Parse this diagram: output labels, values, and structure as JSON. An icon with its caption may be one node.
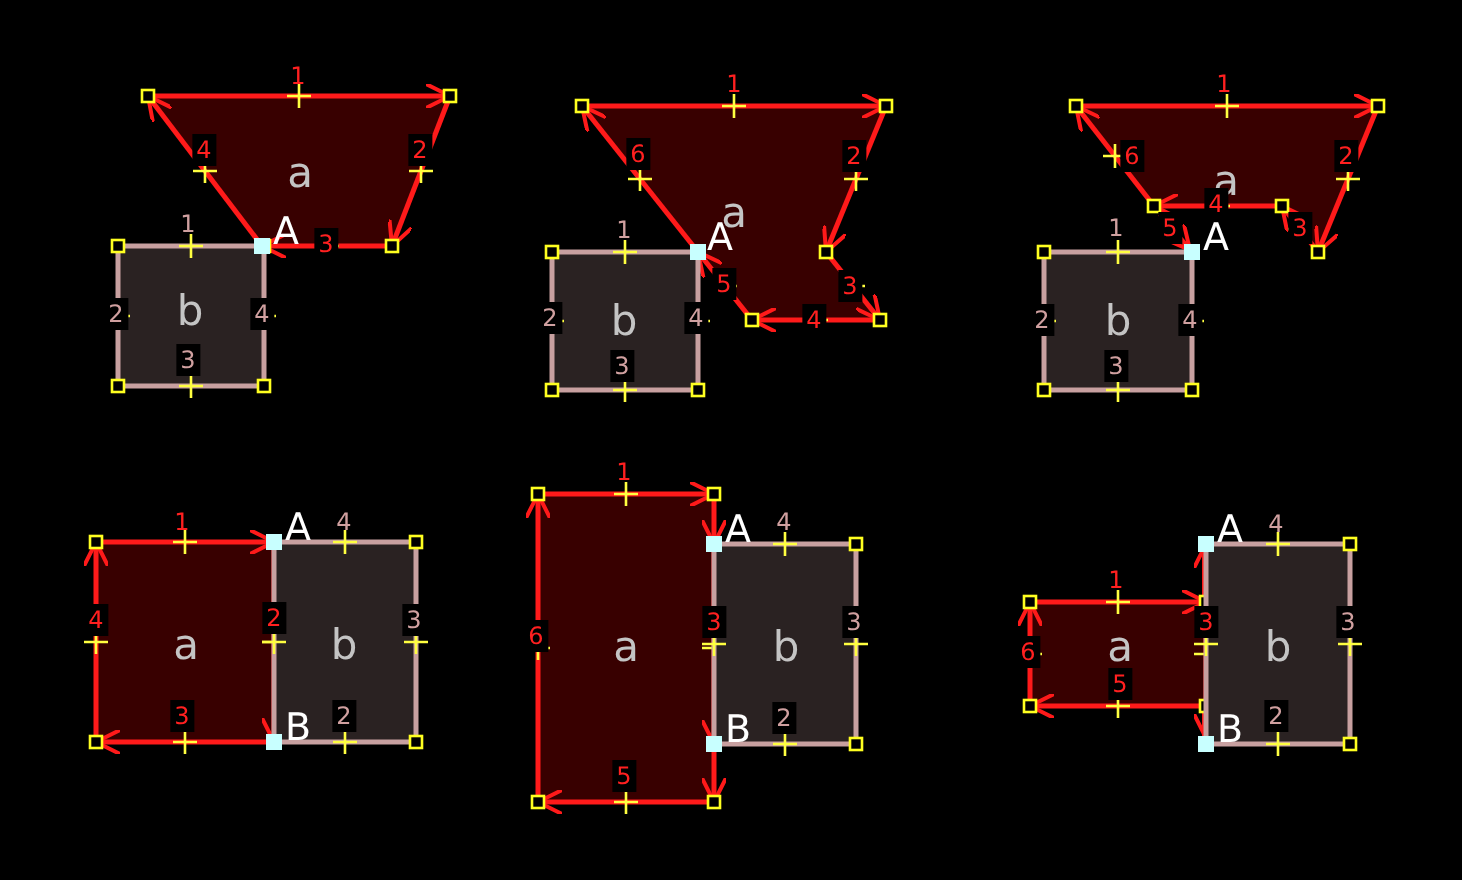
{
  "diagram": {
    "nodes": [
      {
        "text": [
          "a"
        ]
      },
      {
        "text": [
          "b"
        ]
      },
      {
        "text": [
          "a"
        ]
      },
      {
        "text": [
          "b"
        ]
      },
      {
        "text": [
          "a"
        ]
      },
      {
        "text": [
          "b"
        ]
      },
      {
        "text": [
          "a"
        ]
      },
      {
        "text": [
          "b"
        ]
      },
      {
        "text": [
          "a"
        ]
      },
      {
        "text": [
          "b"
        ]
      },
      {
        "text": [
          "a"
        ]
      },
      {
        "text": [
          "b"
        ]
      }
    ],
    "labels": [
      "1",
      "4",
      "2",
      "1",
      "A",
      "3",
      "2",
      "4",
      "3",
      "1",
      "6",
      "2",
      "1",
      "A",
      "5",
      "3",
      "2",
      "4",
      "4",
      "3",
      "1",
      "6",
      "2",
      "4",
      "1",
      "5",
      "3",
      "A",
      "2",
      "4",
      "3",
      "1",
      "4",
      "A",
      "4",
      "2",
      "3",
      "3",
      "2",
      "B",
      "1",
      "A",
      "4",
      "6",
      "3",
      "3",
      "2",
      "B",
      "5",
      "A",
      "4",
      "1",
      "3",
      "3",
      "6",
      "5",
      "2",
      "B"
    ]
  }
}
